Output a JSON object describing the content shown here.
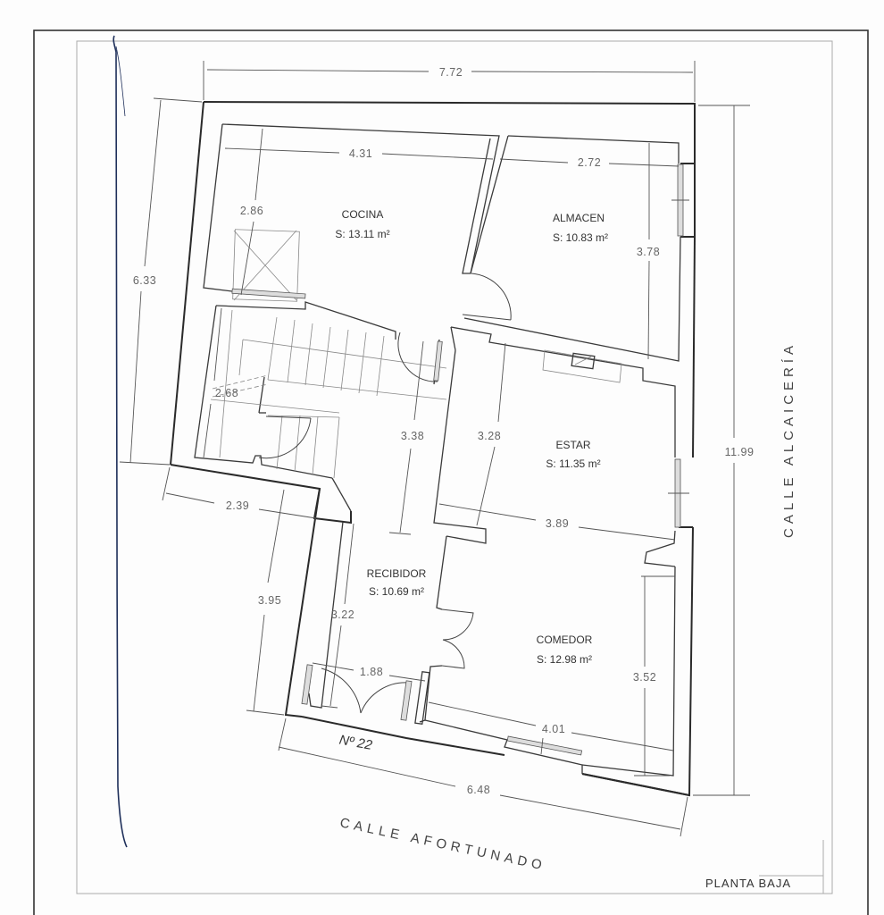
{
  "drawing": {
    "title": "PLANTA BAJA",
    "house_number": "Nº 22",
    "streets": {
      "bottom": "CALLE AFORTUNADO",
      "right": "CALLE ALCAICERÍA"
    },
    "colors": {
      "wall": "#2a2a2a",
      "dimension": "#555555",
      "text": "#333333",
      "pen_mark": "#1e2f5a",
      "paper": "#fdfdfd"
    }
  },
  "rooms": [
    {
      "id": "cocina",
      "name": "COCINA",
      "area": "S: 13.11 m²"
    },
    {
      "id": "almacen",
      "name": "ALMACEN",
      "area": "S: 10.83 m²"
    },
    {
      "id": "estar",
      "name": "ESTAR",
      "area": "S: 11.35 m²"
    },
    {
      "id": "recibidor",
      "name": "RECIBIDOR",
      "area": "S: 10.69 m²"
    },
    {
      "id": "comedor",
      "name": "COMEDOR",
      "area": "S: 12.98 m²"
    }
  ],
  "dimensions": {
    "overall_width_top": "7.72",
    "overall_depth_right": "11.99",
    "left_upper": "6.33",
    "left_lower": "3.95",
    "front_width_bottom": "6.48",
    "lower_left_offset": "2.39",
    "cocina_width": "4.31",
    "cocina_depth": "2.86",
    "almacen_width": "2.72",
    "almacen_depth": "3.78",
    "stair_depth": "2.68",
    "hall_depth": "3.38",
    "estar_depth": "3.28",
    "estar_width": "3.89",
    "recibidor_depth": "3.22",
    "recibidor_width": "1.88",
    "comedor_depth": "3.52",
    "comedor_width": "4.01"
  }
}
